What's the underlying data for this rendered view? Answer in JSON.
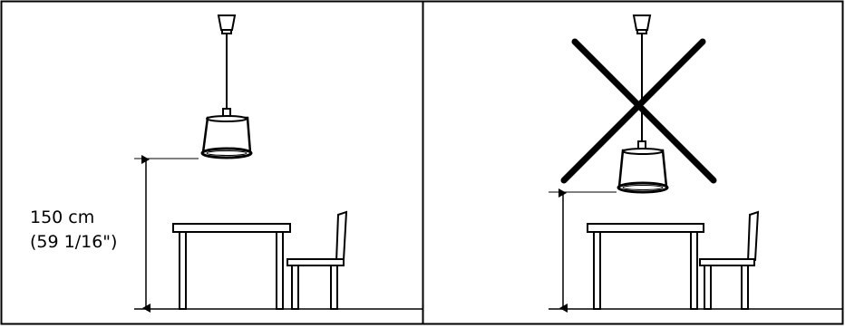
{
  "panels": [
    {
      "id": "correct",
      "crossed_out": false,
      "height_label_metric": "150 cm",
      "height_label_imperial": "(59 1/16\")"
    },
    {
      "id": "incorrect",
      "crossed_out": true
    }
  ],
  "colors": {
    "line": "#000000",
    "background": "#ffffff"
  }
}
